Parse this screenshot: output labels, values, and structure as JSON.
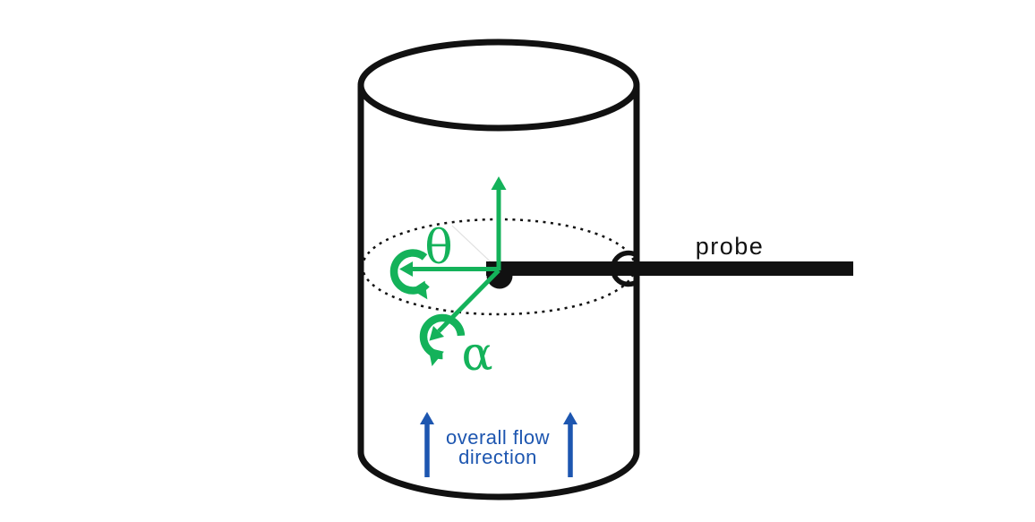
{
  "colors": {
    "green": "#14B25A",
    "blue": "#1D56B0",
    "ink": "#111111",
    "background": "#FFFFFF"
  },
  "diagram": {
    "labels": {
      "theta": "θ",
      "alpha": "α",
      "probe": "probe",
      "flow_line1": "overall flow",
      "flow_line2": "direction"
    }
  }
}
